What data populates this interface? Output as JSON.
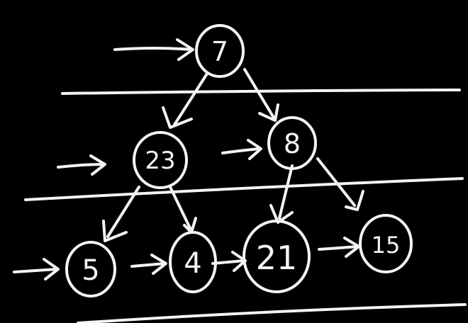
{
  "diagram": {
    "type": "binary-tree-level-order",
    "ink_color": "#f4f4f4",
    "background_color": "#000000",
    "nodes": [
      {
        "id": "n7",
        "label": "7",
        "level": 0
      },
      {
        "id": "n23",
        "label": "23",
        "level": 1
      },
      {
        "id": "n8",
        "label": "8",
        "level": 1
      },
      {
        "id": "n5",
        "label": "5",
        "level": 2
      },
      {
        "id": "n4",
        "label": "4",
        "level": 2
      },
      {
        "id": "n21",
        "label": "21",
        "level": 2
      },
      {
        "id": "n15",
        "label": "15",
        "level": 2
      }
    ],
    "edges": [
      {
        "from": "n7",
        "to": "n23"
      },
      {
        "from": "n7",
        "to": "n8"
      },
      {
        "from": "n23",
        "to": "n5"
      },
      {
        "from": "n23",
        "to": "n4"
      },
      {
        "from": "n8",
        "to": "n21"
      },
      {
        "from": "n8",
        "to": "n15"
      }
    ],
    "traversal_arrows": [
      {
        "from": "start",
        "to": "n7",
        "level": 0
      },
      {
        "from": "start",
        "to": "n23",
        "level": 1
      },
      {
        "from": "n23",
        "to": "n8",
        "level": 1
      },
      {
        "from": "start",
        "to": "n5",
        "level": 2
      },
      {
        "from": "n5",
        "to": "n4",
        "level": 2
      },
      {
        "from": "n4",
        "to": "n21",
        "level": 2
      },
      {
        "from": "n21",
        "to": "n15",
        "level": 2
      }
    ],
    "level_separators": 3
  }
}
